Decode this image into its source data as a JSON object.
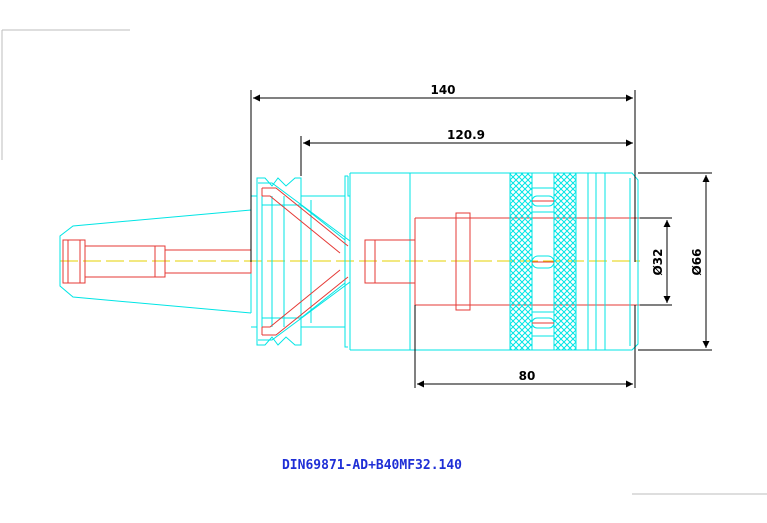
{
  "drawing": {
    "part_number": "DIN69871-AD+B40MF32.140",
    "dimensions": {
      "overall_length": "140",
      "gauge_length": "120.9",
      "nut_length": "80",
      "bore_diameter": "Ø32",
      "nut_diameter": "Ø66"
    }
  },
  "colors": {
    "outline": "#00e5e5",
    "hidden": "#e53935",
    "centerline": "#e5d100",
    "dimension": "#000000",
    "title": "#1f2fd6",
    "frame": "#bdbdbd"
  }
}
